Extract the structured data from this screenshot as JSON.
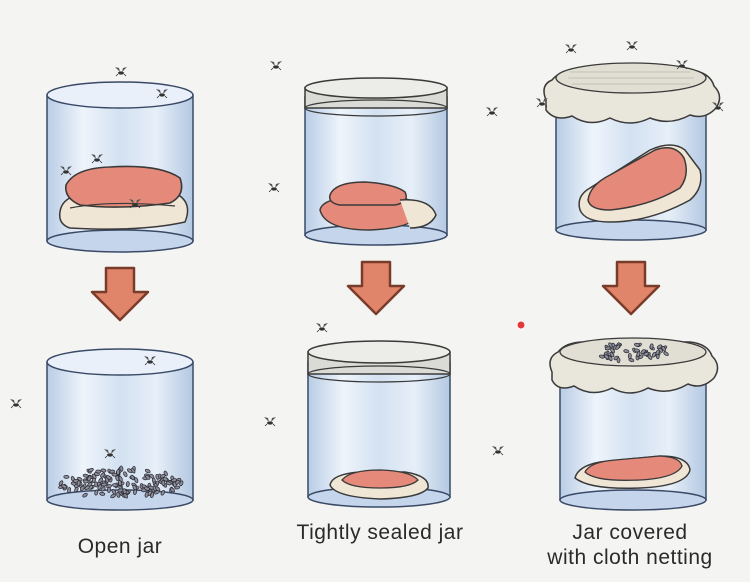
{
  "captions": {
    "open": "Open jar",
    "sealed": "Tightly sealed jar",
    "netting_line1": "Jar covered",
    "netting_line2": "with cloth netting"
  },
  "colors": {
    "background": "#f4f4f2",
    "glass": "#c8d8ec",
    "glass_highlight": "#eef4fb",
    "meat": "#e58a7a",
    "fat": "#efe6d6",
    "arrow": "#e0856a",
    "lid": "#dadbd6",
    "cloth": "#e9e6dc",
    "maggot": "#8e8e9a",
    "indicator_dot": "#e23a3a"
  },
  "icons": [
    "fly-icon",
    "arrow-down-icon",
    "maggot-icon"
  ]
}
